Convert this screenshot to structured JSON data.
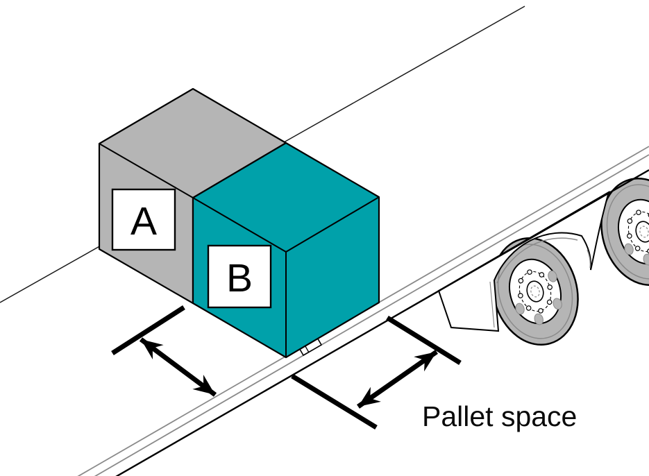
{
  "figure": {
    "caption": "Pallet space",
    "boxes": {
      "a": {
        "label": "A",
        "color": "#B5B5B5"
      },
      "b": {
        "label": "B",
        "color": "#00A1AA"
      }
    },
    "colors": {
      "outline": "#000000",
      "rail_gray": "#8A8A8A",
      "tire_gray": "#B5B5B5",
      "hub_white": "#FFFFFF",
      "plate_white": "#FFFFFF",
      "background": "#FFFFFF"
    }
  }
}
